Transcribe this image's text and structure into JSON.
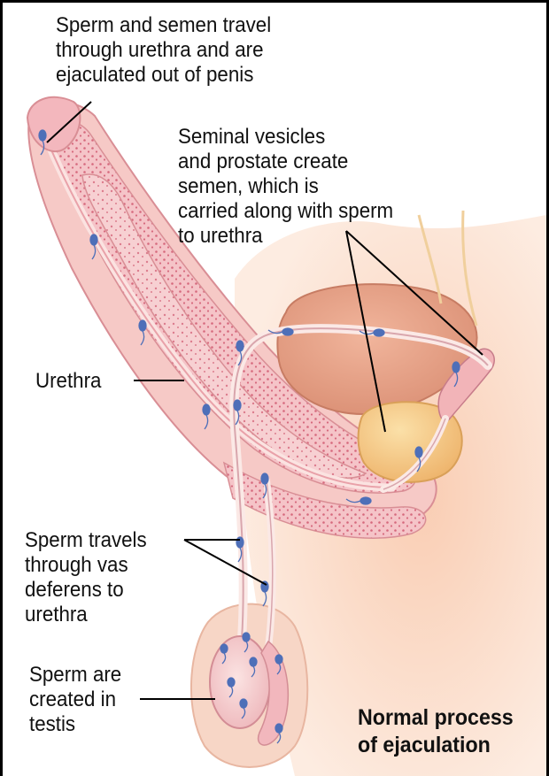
{
  "labels": {
    "urethra_travel": "Sperm and semen travel\nthrough urethra and are\nejaculated out of penis",
    "seminal_vesicles": "Seminal vesicles\nand prostate create\nsemen, which is\ncarried along with sperm\nto urethra",
    "urethra": "Urethra",
    "vas_deferens": "Sperm travels\nthrough vas\ndeferens to\nurethra",
    "testis": "Sperm are\ncreated in\ntestis"
  },
  "title": "Normal process\nof ejaculation",
  "colors": {
    "skin": "#fbe0cf",
    "tissue_pink": "#f0b4bb",
    "tissue_dot": "#c8516a",
    "bladder": "#eaa58a",
    "prostate": "#f6c98a",
    "sperm": "#4e6fb8",
    "leader": "#000000"
  }
}
